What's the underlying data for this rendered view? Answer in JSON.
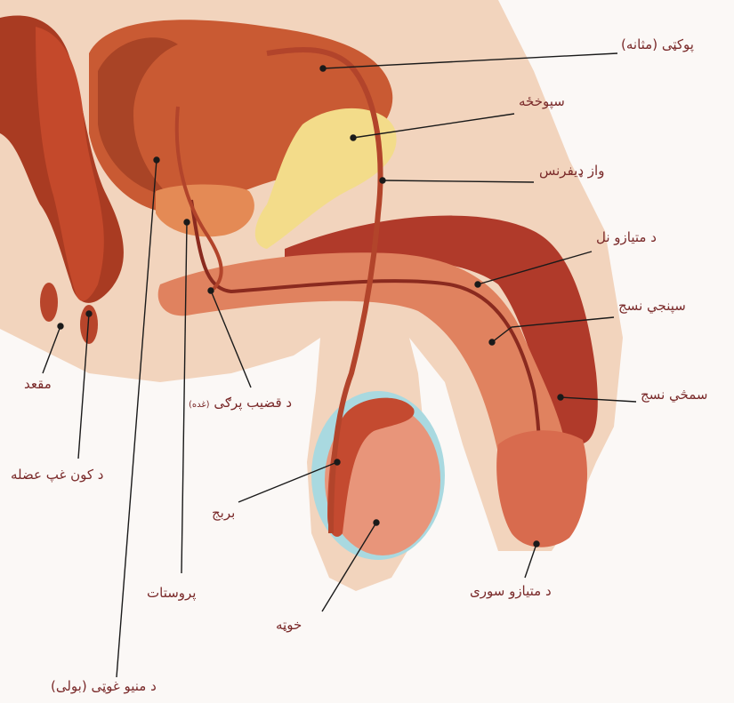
{
  "labels": {
    "bladder": "پوکټی (مثانه)",
    "seminal_vesicle": "سپوخځه",
    "vas_deferens": "واز ډیفرنس",
    "urethra_tube": "د متیازو نل",
    "spongy_tissue": "سپنجي نسج",
    "erectile_tissue": "سمڅي نسج",
    "urethral_opening": "د متیازو سوری",
    "testis": "خوټه",
    "epididymis": "بربج",
    "prostate": "پروستات",
    "bulbourethral_gland": "د قضیب پرګی",
    "bulbourethral_gland_note": "(غده)",
    "anus": "مقعد",
    "anal_sphincter": "د کون غپ عضله",
    "seminal_duct": "د منیو غوټی (بولی)"
  },
  "colors": {
    "background": "#fbf8f6",
    "skin": "#f2d4bd",
    "muscle": "#a93b22",
    "flesh": "#d9684a",
    "bladder": "#c95a33",
    "vesicle": "#f3dc8a",
    "tunica": "#a9d9e0",
    "label": "#7a2a2a",
    "leader": "#1a1a1a"
  }
}
